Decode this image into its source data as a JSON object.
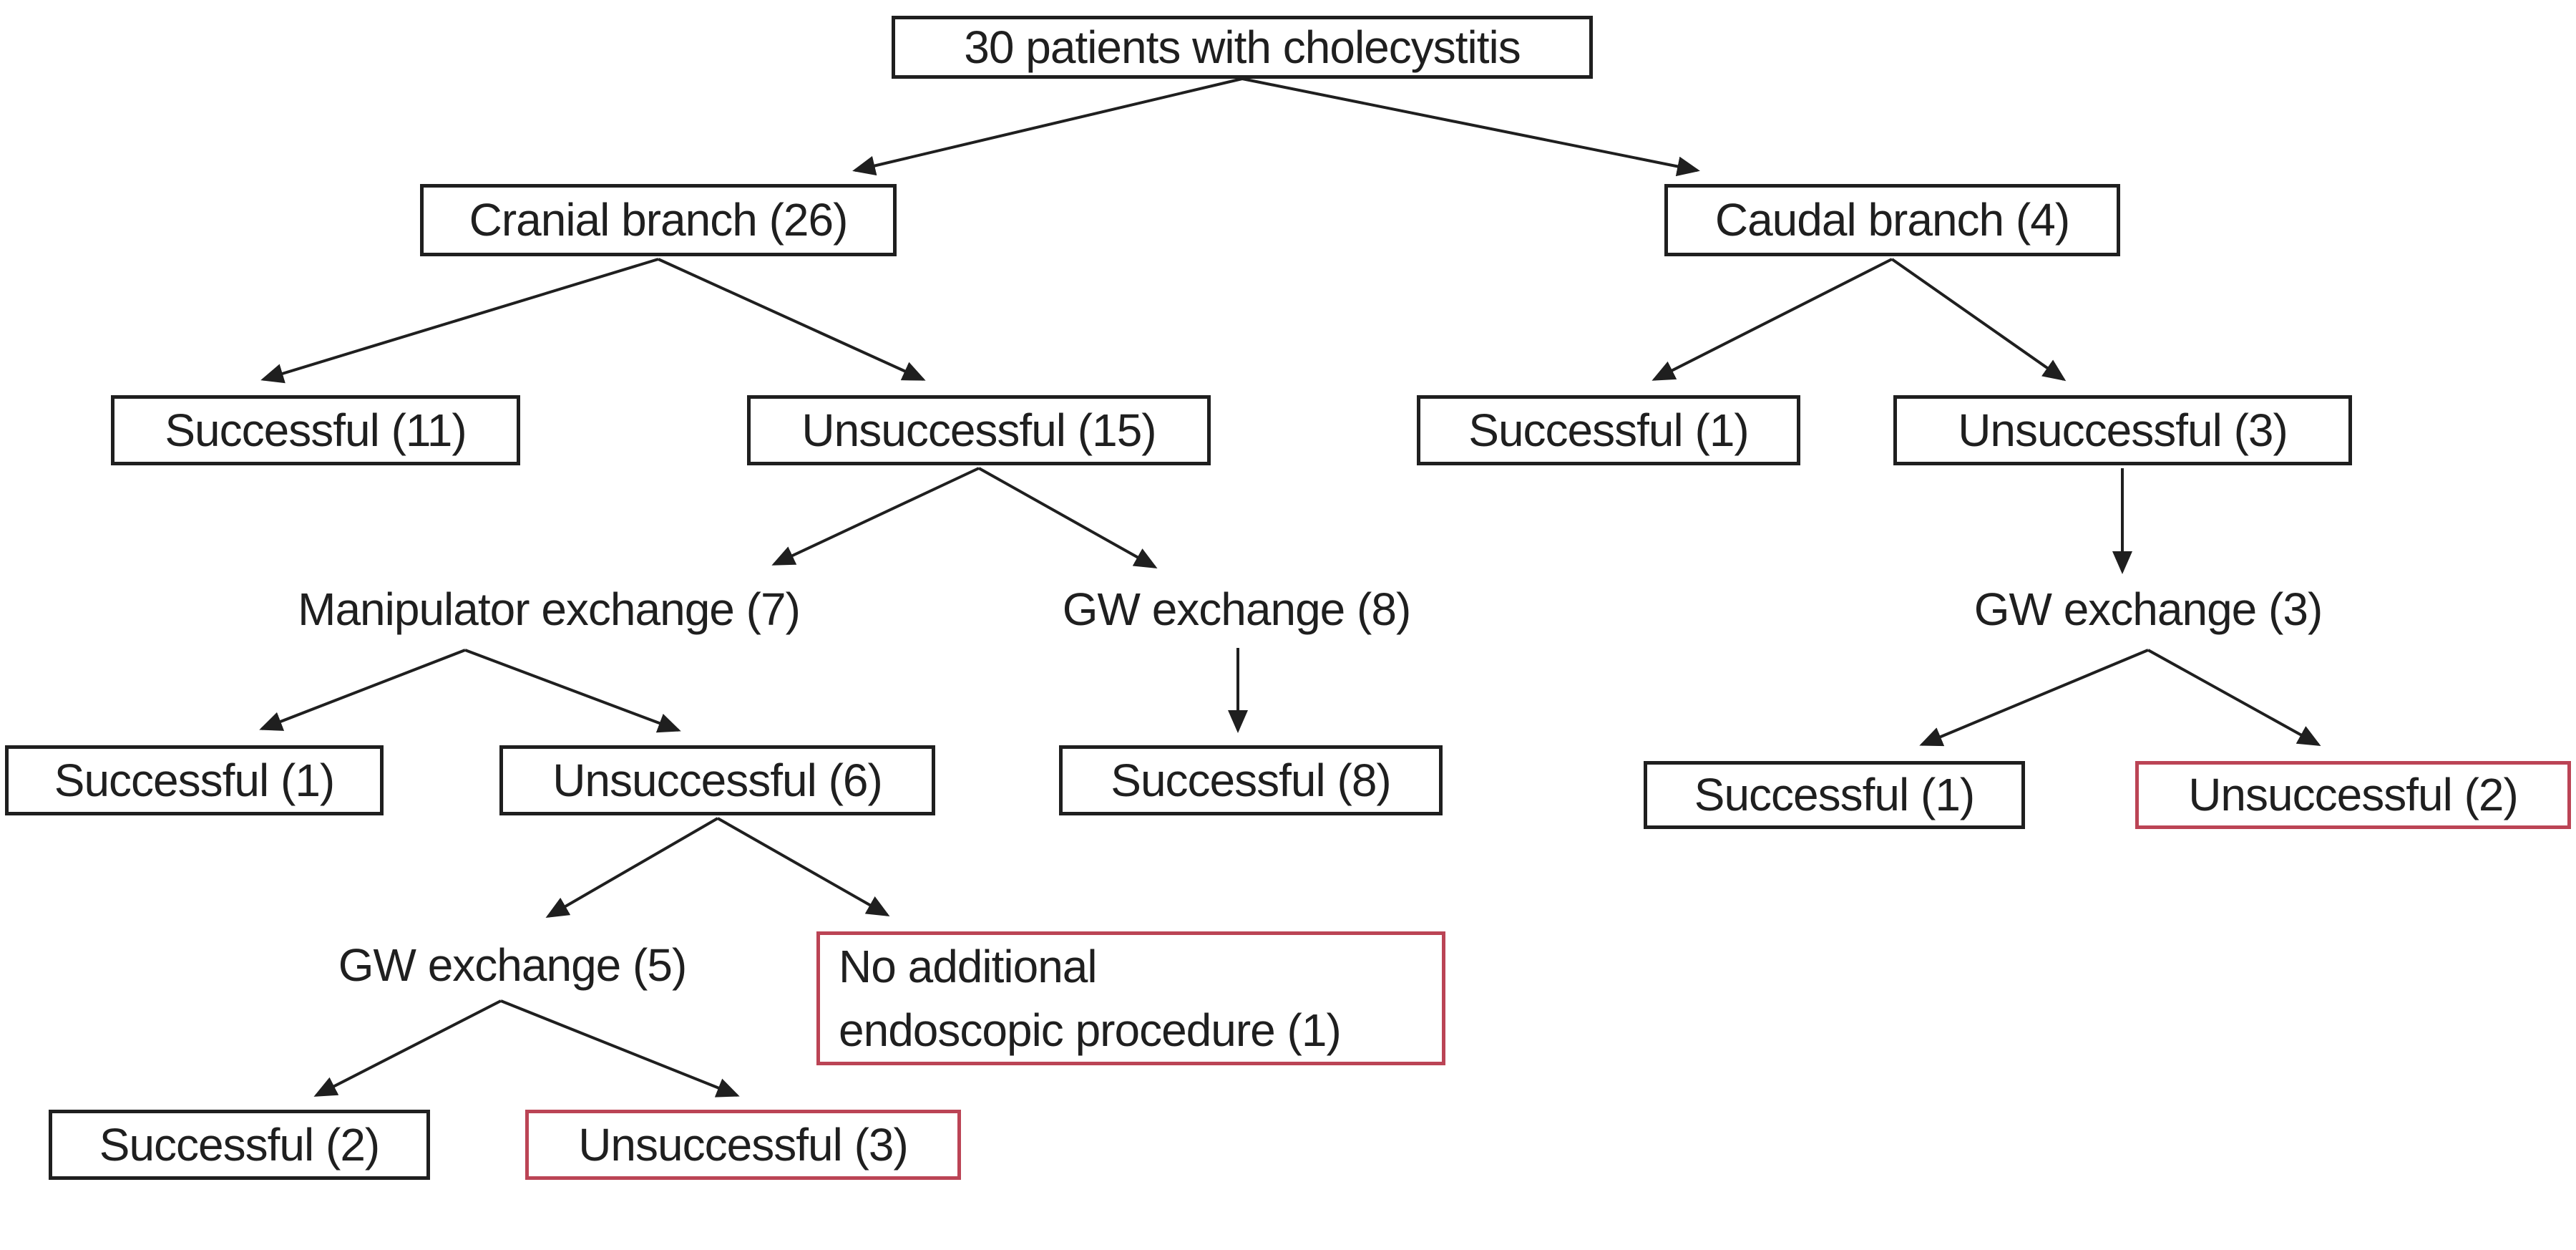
{
  "diagram": {
    "type": "flowchart",
    "description_root": "30 patients with cholecystitis"
  },
  "colors": {
    "box_border": "#1f1f1f",
    "highlight_border": "#bb4455",
    "text": "#1f1f1f",
    "background": "#ffffff"
  },
  "nodes": {
    "root": {
      "label": "30 patients with cholecystitis"
    },
    "cranial_branch": {
      "label": "Cranial branch (26)"
    },
    "caudal_branch": {
      "label": "Caudal branch (4)"
    },
    "cranial_successful": {
      "label": "Successful (11)"
    },
    "cranial_unsuccessful": {
      "label": "Unsuccessful (15)"
    },
    "caudal_successful": {
      "label": "Successful (1)"
    },
    "caudal_unsuccessful": {
      "label": "Unsuccessful (3)"
    },
    "manipulator_exchange": {
      "label": "Manipulator exchange (7)"
    },
    "gw_exchange_8": {
      "label": "GW exchange (8)"
    },
    "gw_exchange_3": {
      "label": "GW exchange (3)"
    },
    "manipulator_successful": {
      "label": "Successful (1)"
    },
    "manipulator_unsuccessful": {
      "label": "Unsuccessful (6)"
    },
    "gw8_successful": {
      "label": "Successful (8)"
    },
    "gw3_successful": {
      "label": "Successful (1)"
    },
    "gw3_unsuccessful": {
      "label": "Unsuccessful (2)"
    },
    "gw_exchange_5": {
      "label": "GW exchange (5)"
    },
    "no_additional_procedure": {
      "line1": "No additional",
      "line2": "endoscopic procedure (1)"
    },
    "gw5_successful": {
      "label": "Successful (2)"
    },
    "gw5_unsuccessful": {
      "label": "Unsuccessful (3)"
    }
  }
}
